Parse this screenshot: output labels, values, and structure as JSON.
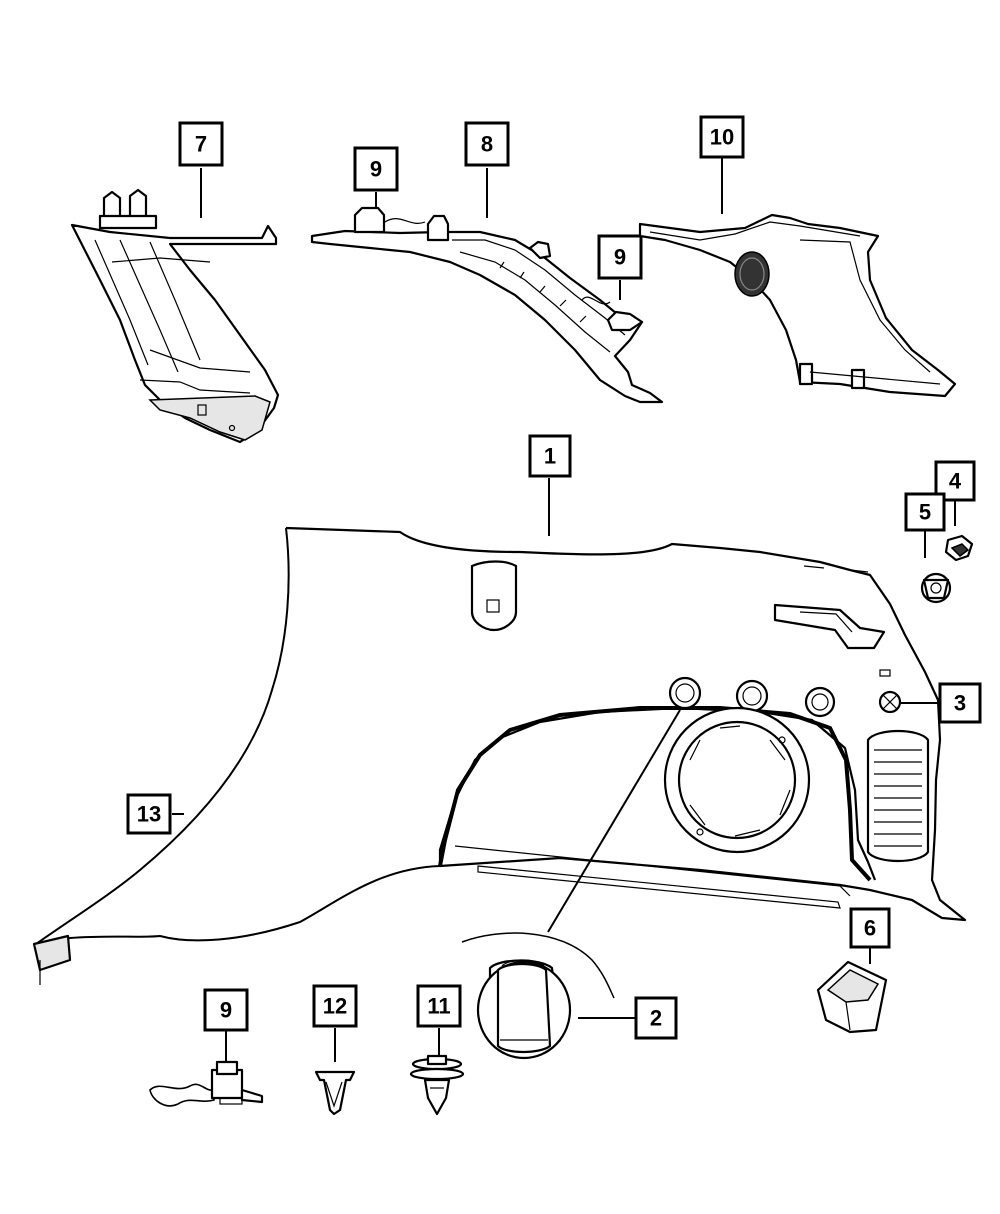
{
  "callouts": {
    "c7": "7",
    "c9_top_left": "9",
    "c8": "8",
    "c10": "10",
    "c9_top_right": "9",
    "c1": "1",
    "c4": "4",
    "c5": "5",
    "c3": "3",
    "c13": "13",
    "c6": "6",
    "c2": "2",
    "c9_bottom": "9",
    "c12": "12",
    "c11": "11"
  },
  "colors": {
    "ink": "#000000",
    "paper": "#ffffff",
    "shade": "#e6e6e6"
  }
}
